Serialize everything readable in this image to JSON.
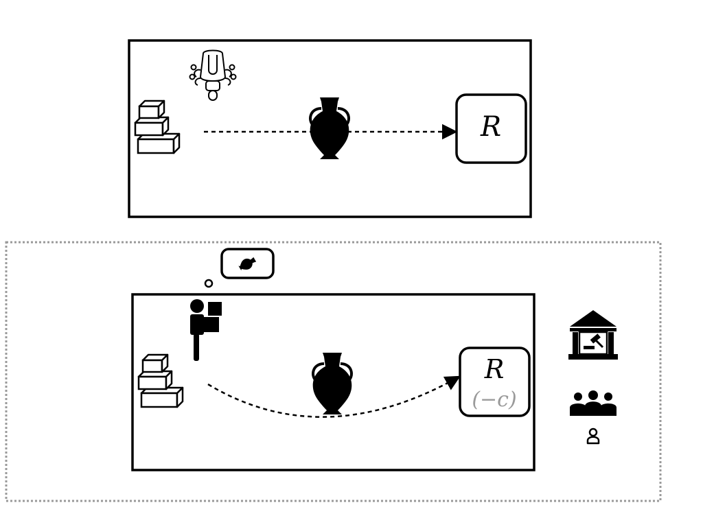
{
  "top_panel": {
    "reward_label": "R"
  },
  "bottom_panel": {
    "reward_label": "R",
    "cost_label": "(−c)"
  },
  "colors": {
    "ink": "#000000",
    "dashed_frame": "#9a9a9a",
    "cost_text": "#9a9a9a",
    "background": "#ffffff"
  },
  "icons": {
    "robot": "robot-icon",
    "boxes": "stacked-boxes-icon",
    "vase": "vase-icon",
    "person": "person-carrying-box-icon",
    "thought": "thought-bubble-icon",
    "court": "courthouse-gavel-icon",
    "group": "group-of-people-icon",
    "individual": "single-person-outline-icon"
  }
}
